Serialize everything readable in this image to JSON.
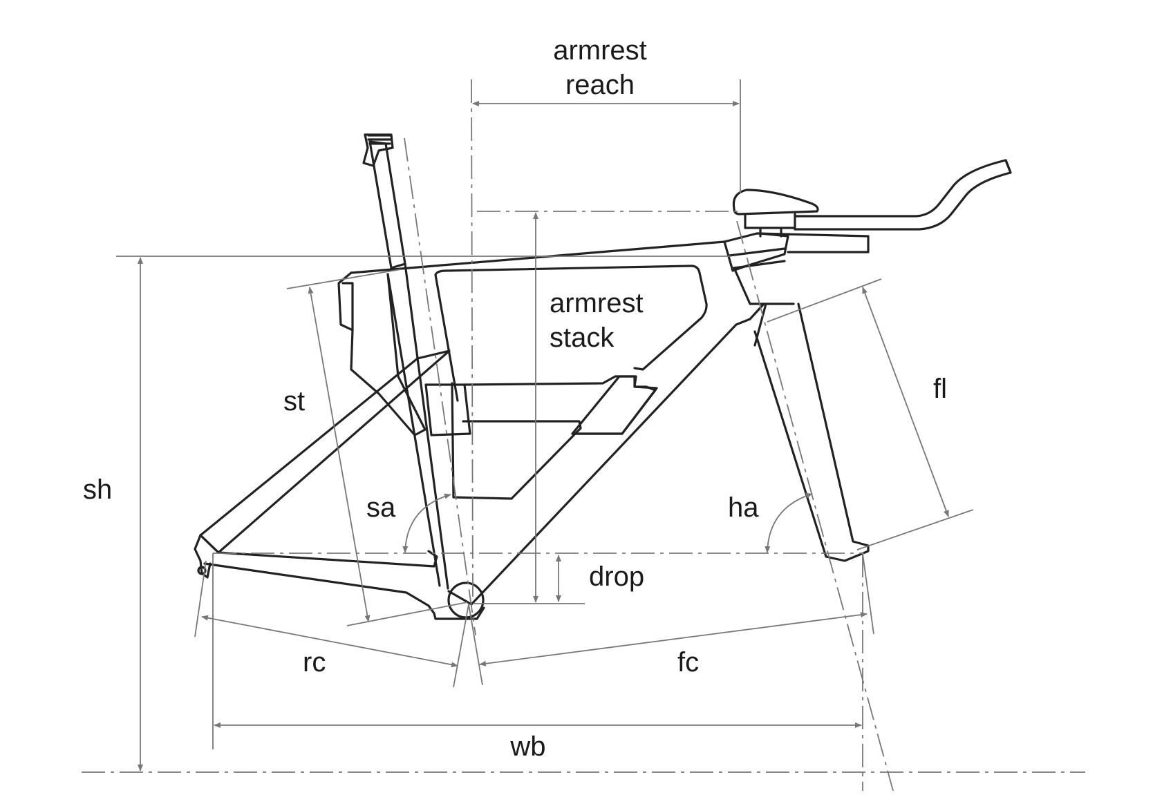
{
  "diagram": {
    "labels": {
      "armrest_reach_line1": "armrest",
      "armrest_reach_line2": "reach",
      "armrest_stack_line1": "armrest",
      "armrest_stack_line2": "stack",
      "st": "st",
      "sh": "sh",
      "sa": "sa",
      "ha": "ha",
      "fl": "fl",
      "drop": "drop",
      "rc": "rc",
      "fc": "fc",
      "wb": "wb"
    },
    "colors": {
      "frame": "#222222",
      "dimension": "#777777",
      "text": "#1a1a1a"
    }
  }
}
